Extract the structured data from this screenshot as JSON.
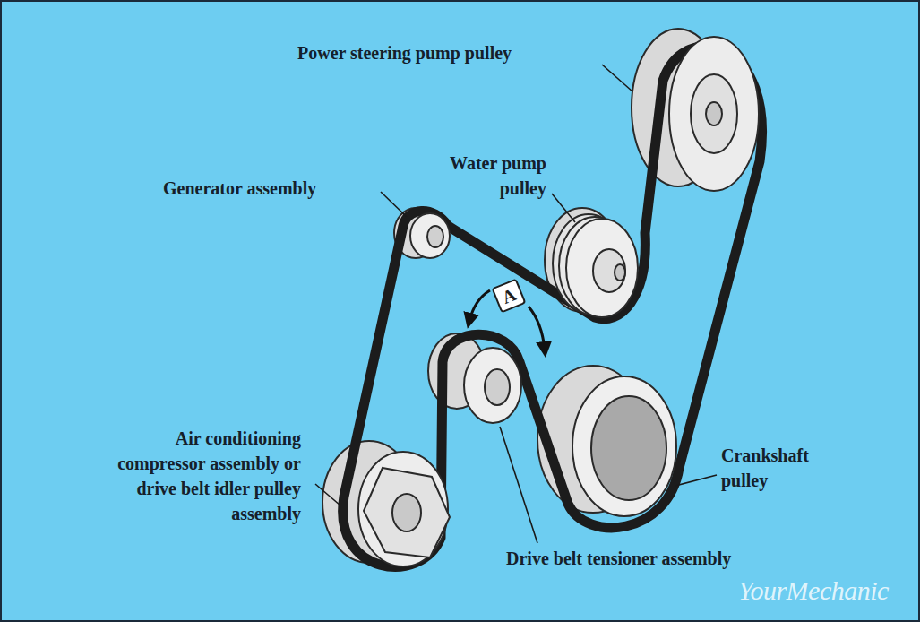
{
  "diagram": {
    "nodes": [
      {
        "text": [
          "A"
        ]
      }
    ],
    "labels": [
      "Power steering pump pulley",
      "Water pump pulley",
      "Generator assembly",
      "Air conditioning compressor assembly or drive belt idler pulley assembly",
      "Crankshaft pulley",
      "Drive belt tensioner assembly",
      "YourMechanic"
    ]
  }
}
